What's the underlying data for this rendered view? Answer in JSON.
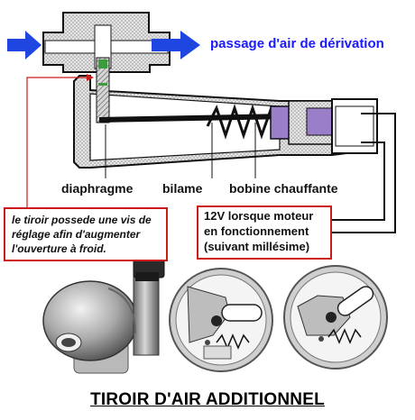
{
  "labels": {
    "airflow": "passage d'air de dérivation",
    "diaphragm": "diaphragme",
    "bimetal": "bilame",
    "heating_coil": "bobine chauffante",
    "power_note": [
      "12V lorsque moteur",
      "en fonctionnement",
      "(suivant millésime)"
    ],
    "screw_note": [
      "le tiroir possede une vis de",
      "réglage afin d'augmenter",
      "l'ouverture à froid."
    ],
    "title": "TIROIR D'AIR ADDITIONNEL"
  },
  "colors": {
    "arrow_blue": "#1f46e0",
    "label_blue": "#1a1aff",
    "callout_red": "#cc1a1a",
    "coil_purple": "#9a7fc8",
    "diaphragm_green": "#3c9c3c"
  }
}
